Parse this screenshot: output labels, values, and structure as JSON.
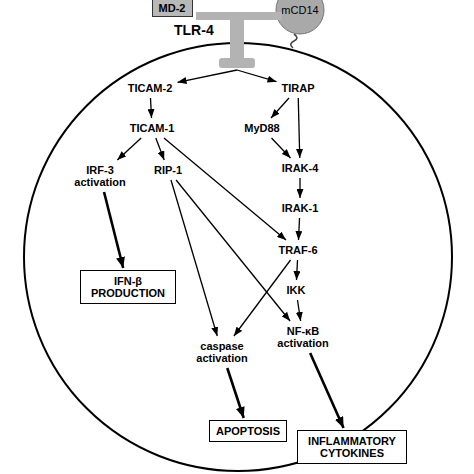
{
  "diagram": {
    "nodes": [
      {
        "text": [
          "MD-2"
        ]
      },
      {
        "text": [
          "mCD14"
        ]
      },
      {
        "text": [
          "TLR-4"
        ]
      },
      {
        "text": [
          "TICAM-2"
        ]
      },
      {
        "text": [
          "TIRAP"
        ]
      },
      {
        "text": [
          "TICAM-1"
        ]
      },
      {
        "text": [
          "MyD88"
        ]
      },
      {
        "text": [
          "IRF-3 activation"
        ]
      },
      {
        "text": [
          "RIP-1"
        ]
      },
      {
        "text": [
          "IRAK-4"
        ]
      },
      {
        "text": [
          "IRAK-1"
        ]
      },
      {
        "text": [
          "TRAF-6"
        ]
      },
      {
        "text": [
          "IFN-β PRODUCTION"
        ]
      },
      {
        "text": [
          "IKK"
        ]
      },
      {
        "text": [
          "caspase activation"
        ]
      },
      {
        "text": [
          "NF-κB activation"
        ]
      },
      {
        "text": [
          "APOPTOSIS"
        ]
      },
      {
        "text": [
          "INFLAMMATORY CYTOKINES"
        ]
      }
    ],
    "edges": [
      {
        "from": 2,
        "to": 3,
        "arrow": "to"
      },
      {
        "from": 2,
        "to": 4,
        "arrow": "to"
      },
      {
        "from": 3,
        "to": 5,
        "arrow": "to"
      },
      {
        "from": 5,
        "to": 7,
        "arrow": "to"
      },
      {
        "from": 5,
        "to": 8,
        "arrow": "to"
      },
      {
        "from": 5,
        "to": 11,
        "arrow": "to"
      },
      {
        "from": 4,
        "to": 6,
        "arrow": "to"
      },
      {
        "from": 4,
        "to": 9,
        "arrow": "to"
      },
      {
        "from": 6,
        "to": 9,
        "arrow": "to"
      },
      {
        "from": 7,
        "to": 12,
        "arrow": "to"
      },
      {
        "from": 8,
        "to": 14,
        "arrow": "to"
      },
      {
        "from": 8,
        "to": 15,
        "arrow": "to"
      },
      {
        "from": 9,
        "to": 10,
        "arrow": "to"
      },
      {
        "from": 10,
        "to": 11,
        "arrow": "to"
      },
      {
        "from": 11,
        "to": 13,
        "arrow": "to"
      },
      {
        "from": 11,
        "to": 14,
        "arrow": "to"
      },
      {
        "from": 13,
        "to": 15,
        "arrow": "to"
      },
      {
        "from": 14,
        "to": 16,
        "arrow": "to"
      },
      {
        "from": 15,
        "to": 17,
        "arrow": "to"
      }
    ]
  }
}
